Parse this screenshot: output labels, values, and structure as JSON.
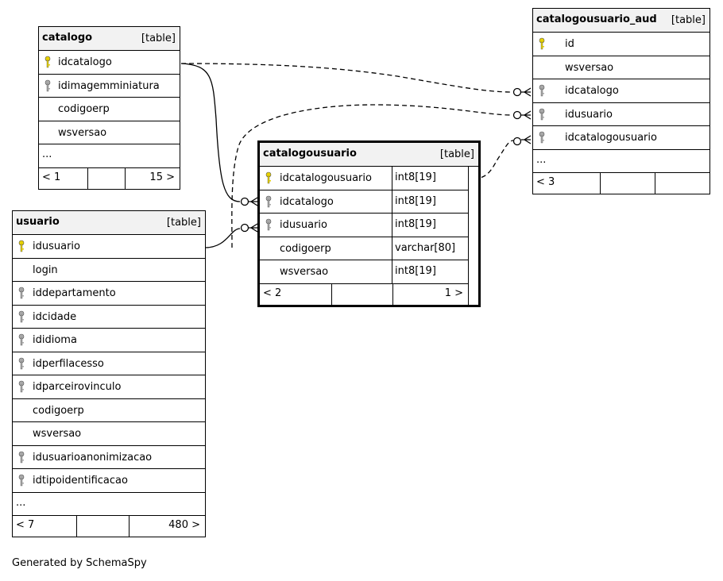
{
  "tables": {
    "catalogo": {
      "name": "catalogo",
      "kind": "[table]",
      "columns": [
        {
          "name": "idcatalogo",
          "key": "primary"
        },
        {
          "name": "idimagemminiatura",
          "key": "foreign"
        },
        {
          "name": "codigoerp",
          "key": "none"
        },
        {
          "name": "wsversao",
          "key": "none"
        }
      ],
      "ellipsis": "...",
      "footer": {
        "parents": "< 1",
        "middle": "",
        "children": "15 >"
      }
    },
    "usuario": {
      "name": "usuario",
      "kind": "[table]",
      "columns": [
        {
          "name": "idusuario",
          "key": "primary"
        },
        {
          "name": "login",
          "key": "none"
        },
        {
          "name": "iddepartamento",
          "key": "foreign"
        },
        {
          "name": "idcidade",
          "key": "foreign"
        },
        {
          "name": "ididioma",
          "key": "foreign"
        },
        {
          "name": "idperfilacesso",
          "key": "foreign"
        },
        {
          "name": "idparceirovinculo",
          "key": "foreign"
        },
        {
          "name": "codigoerp",
          "key": "none"
        },
        {
          "name": "wsversao",
          "key": "none"
        },
        {
          "name": "idusuarioanonimizacao",
          "key": "foreign"
        },
        {
          "name": "idtipoidentificacao",
          "key": "foreign"
        }
      ],
      "ellipsis": "...",
      "footer": {
        "parents": "< 7",
        "middle": "",
        "children": "480 >"
      }
    },
    "catalogousuario": {
      "name": "catalogousuario",
      "kind": "[table]",
      "columns": [
        {
          "name": "idcatalogousuario",
          "type": "int8[19]",
          "key": "primary"
        },
        {
          "name": "idcatalogo",
          "type": "int8[19]",
          "key": "foreign"
        },
        {
          "name": "idusuario",
          "type": "int8[19]",
          "key": "foreign"
        },
        {
          "name": "codigoerp",
          "type": "varchar[80]",
          "key": "none"
        },
        {
          "name": "wsversao",
          "type": "int8[19]",
          "key": "none"
        }
      ],
      "footer": {
        "parents": "< 2",
        "middle": "",
        "children": "1 >"
      }
    },
    "catalogousuario_aud": {
      "name": "catalogousuario_aud",
      "kind": "[table]",
      "columns": [
        {
          "name": "id",
          "key": "primary"
        },
        {
          "name": "wsversao",
          "key": "none"
        },
        {
          "name": "idcatalogo",
          "key": "foreign"
        },
        {
          "name": "idusuario",
          "key": "foreign"
        },
        {
          "name": "idcatalogousuario",
          "key": "foreign"
        }
      ],
      "ellipsis": "...",
      "footer": {
        "parents": "< 3",
        "middle": "",
        "children": ""
      }
    }
  },
  "colors": {
    "primary_key": "#e8d200",
    "foreign_key": "#a8a8a8",
    "header_bg": "#f2f2f2"
  },
  "credit": "Generated by SchemaSpy"
}
